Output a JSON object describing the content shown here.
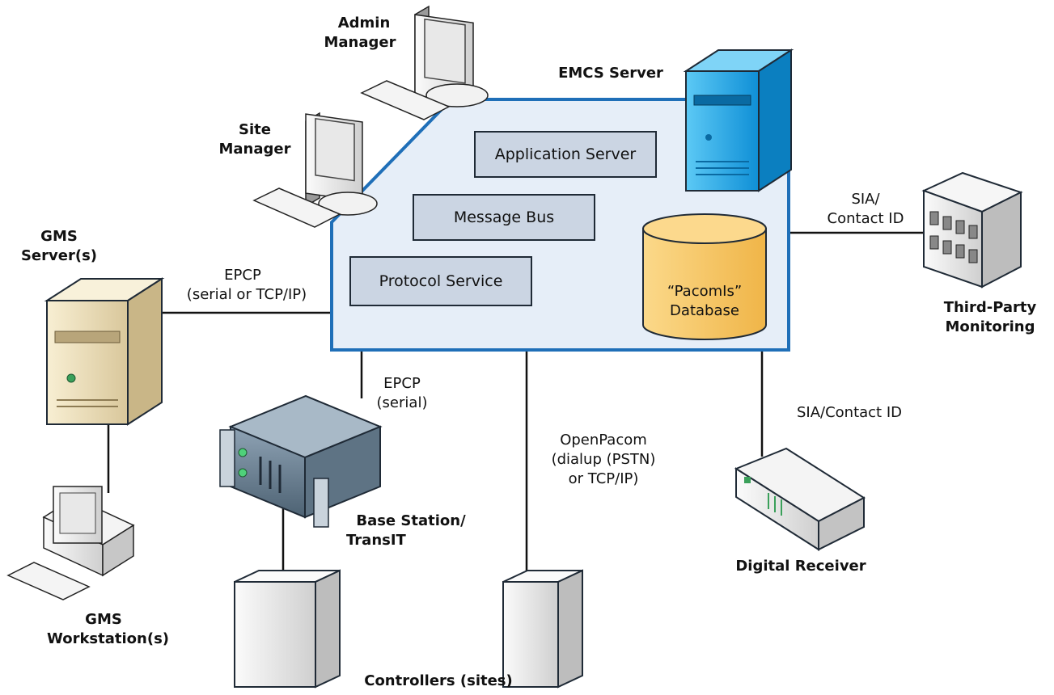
{
  "emcs": {
    "title": "EMCS Server",
    "application_server": "Application Server",
    "message_bus": "Message Bus",
    "protocol_service": "Protocol Service",
    "database_line1": "“PacomIs”",
    "database_line2": "Database"
  },
  "nodes": {
    "admin_manager": [
      "Admin",
      "Manager"
    ],
    "site_manager": [
      "Site",
      "Manager"
    ],
    "gms_servers": [
      "GMS",
      "Server(s)"
    ],
    "gms_workstations": [
      "GMS",
      "Workstation(s)"
    ],
    "base_station": [
      "Base Station/",
      "TransIT"
    ],
    "controllers": "Controllers (sites)",
    "digital_receiver": "Digital Receiver",
    "third_party": [
      "Third-Party",
      "Monitoring"
    ]
  },
  "links": {
    "gms_epcp": [
      "EPCP",
      "(serial or TCP/IP)"
    ],
    "base_epcp": [
      "EPCP",
      "(serial)"
    ],
    "openpacom": [
      "OpenPacom",
      "(dialup (PSTN)",
      "or TCP/IP)"
    ],
    "receiver_sia": "SIA/Contact ID",
    "third_party_sia": [
      "SIA/",
      "Contact ID"
    ]
  },
  "colors": {
    "emcs_border": "#1f6fb8",
    "emcs_fill": "#e6eef8",
    "service_box": "#cbd5e3",
    "database": "#f9c96a",
    "emcs_server": "#1aa8e8",
    "gms_server": "#efe3c0"
  }
}
